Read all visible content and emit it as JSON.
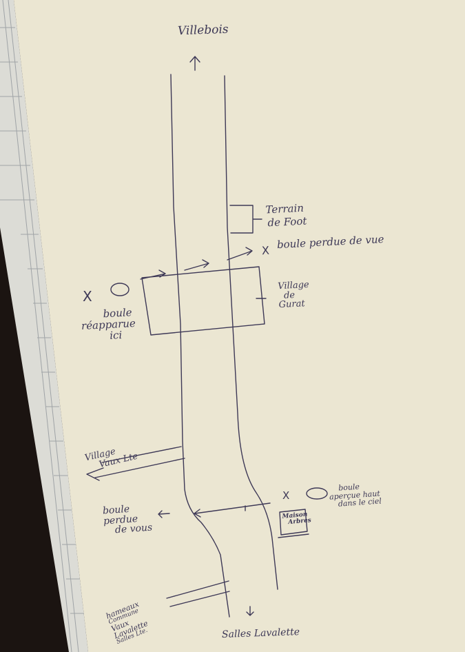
{
  "diagram": {
    "colors": {
      "ink": "#3d3856",
      "paper": "#ebe6d2",
      "table": "#1b1411",
      "grid": "#9fa3a6"
    },
    "places": {
      "north_town": "Villebois",
      "south_town": "Salles Lavalette",
      "football_field": [
        "Terrain",
        "de Foot"
      ],
      "village_gurat": [
        "Village",
        "de",
        "Gurat"
      ],
      "village_vaux": [
        "Village",
        "Vaux Lte"
      ],
      "trees_house": [
        "Maison",
        "Arbres"
      ],
      "hamlet": [
        "hameaux",
        "Commune",
        "Vaux",
        "Lavalette",
        "Salles Lte."
      ]
    },
    "sightings": {
      "lost_view": "boule perdue de vue",
      "reappeared": [
        "boule",
        "réapparue",
        "ici"
      ],
      "seen_high": [
        "boule",
        "aperçue haut",
        "dans le ciel"
      ],
      "lost_under": [
        "boule",
        "perdue",
        "de vous"
      ]
    },
    "markers": {
      "cross": "X",
      "circle": "O"
    }
  }
}
